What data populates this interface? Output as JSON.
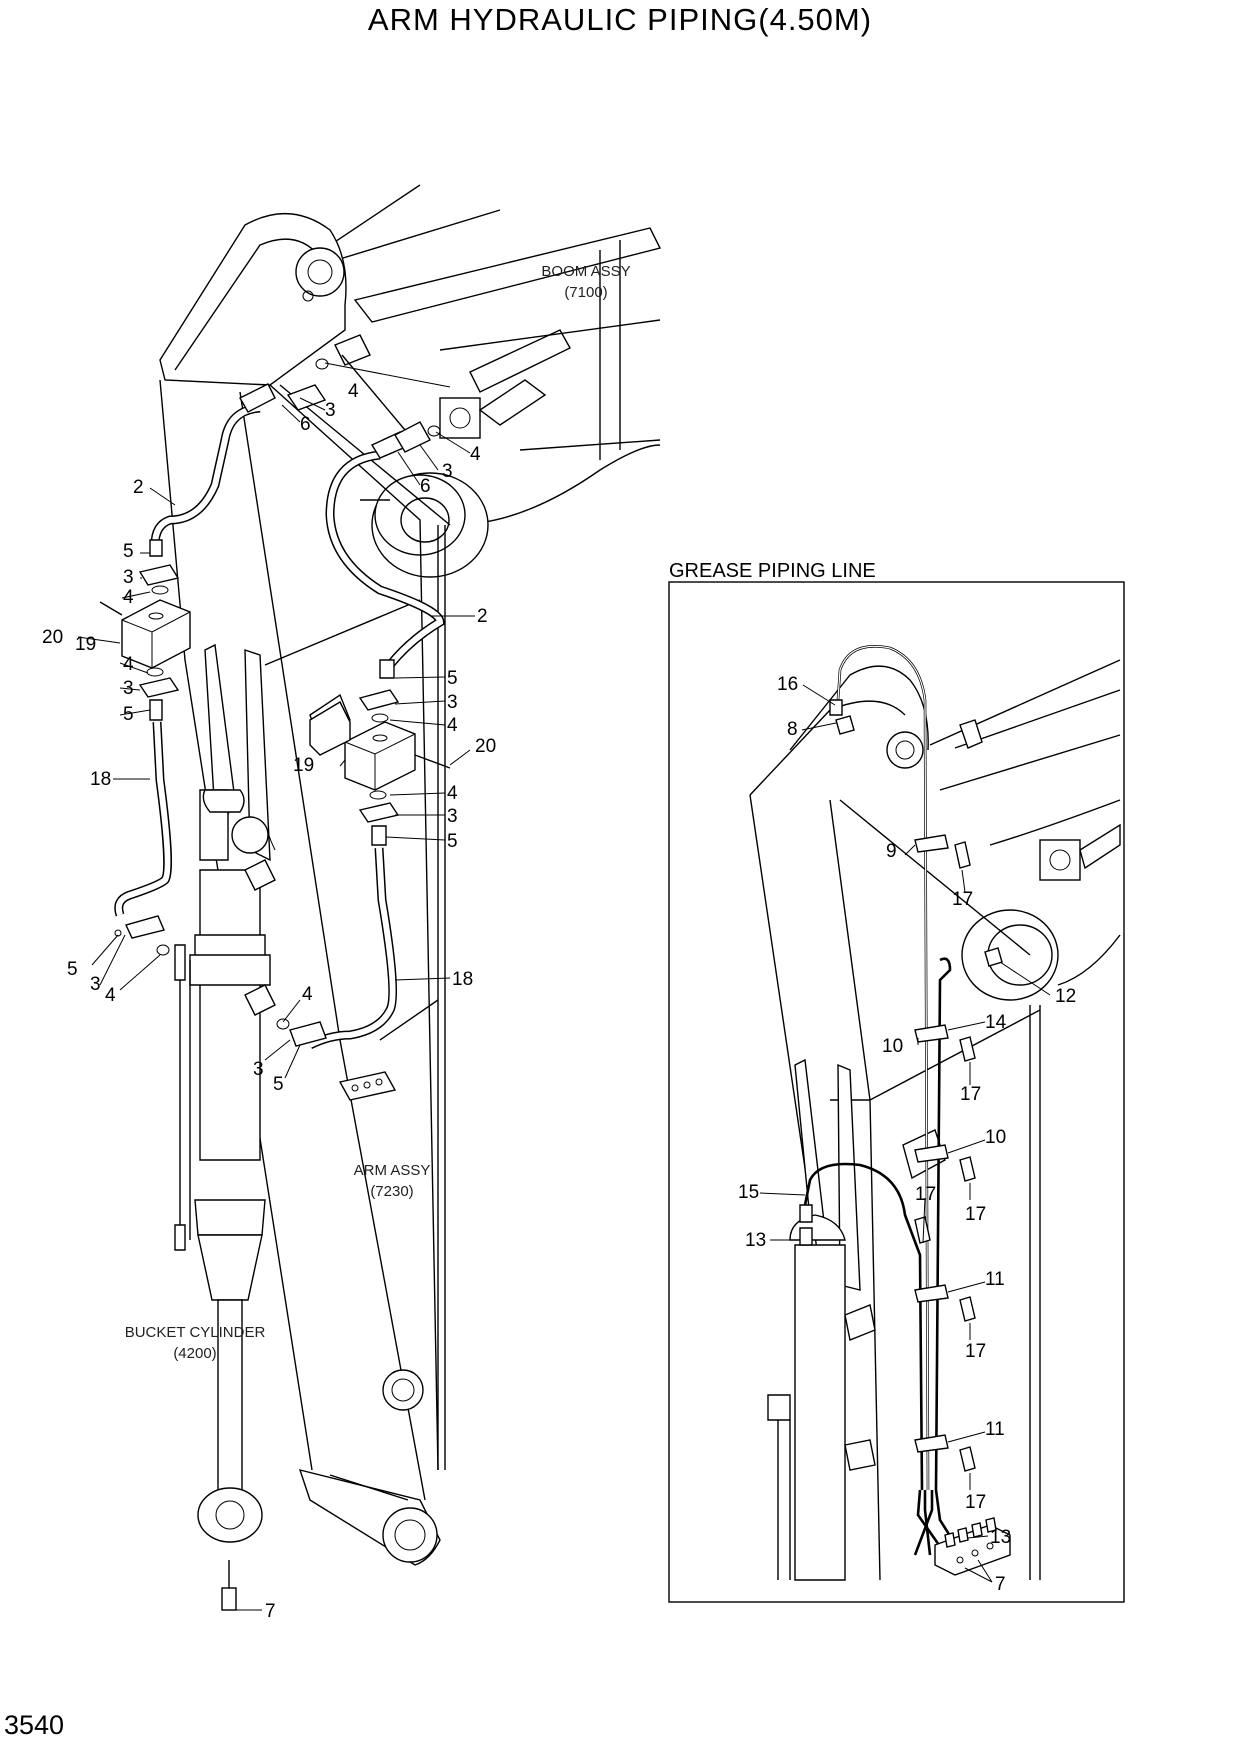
{
  "title": "ARM HYDRAULIC PIPING(4.50M)",
  "page_number": "3540",
  "assembly_labels": {
    "boom_assy": "BOOM ASSY",
    "boom_assy_code": "(7100)",
    "arm_assy": "ARM ASSY",
    "arm_assy_code": "(7230)",
    "bucket_cylinder": "BUCKET CYLINDER",
    "bucket_cylinder_code": "(4200)"
  },
  "inset": {
    "title": "GREASE PIPING LINE"
  },
  "main_callouts": [
    "2",
    "4",
    "3",
    "6",
    "4",
    "3",
    "6",
    "2",
    "5",
    "3",
    "4",
    "20",
    "19",
    "4",
    "3",
    "5",
    "18",
    "5",
    "3",
    "4",
    "2",
    "5",
    "3",
    "4",
    "20",
    "19",
    "4",
    "3",
    "5",
    "18",
    "4",
    "3",
    "5",
    "7"
  ],
  "inset_callouts": [
    "16",
    "8",
    "9",
    "17",
    "12",
    "14",
    "10",
    "17",
    "10",
    "17",
    "17",
    "15",
    "13",
    "11",
    "17",
    "11",
    "17",
    "13",
    "7"
  ]
}
